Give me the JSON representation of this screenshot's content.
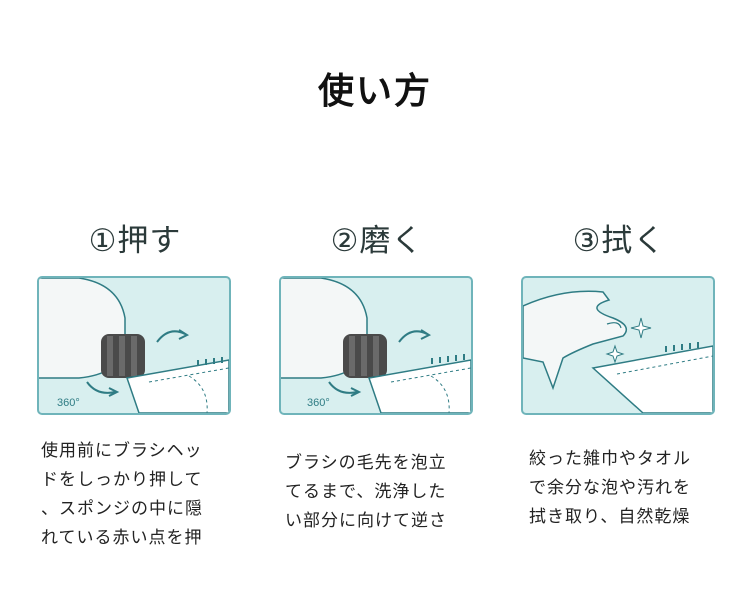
{
  "title": "使い方",
  "steps": [
    {
      "heading": "①押す",
      "lines": [
        "使用前にブラシヘッ",
        "ドをしっかり押して",
        "、スポンジの中に隠",
        "れている赤い点を押"
      ],
      "rotation_label": "360°"
    },
    {
      "heading": "②磨く",
      "lines": [
        "ブラシの毛先を泡立",
        "てるまで、洗浄した",
        "い部分に向けて逆さ"
      ],
      "rotation_label": "360°"
    },
    {
      "heading": "③拭く",
      "lines": [
        "絞った雑巾やタオル",
        "で余分な泡や汚れを",
        "拭き取り、自然乾燥"
      ]
    }
  ],
  "colors": {
    "panel_bg": "#d8efef",
    "panel_border": "#6fb4ba",
    "brush_head": "#4a4a4a",
    "outline": "#2f7c84"
  }
}
